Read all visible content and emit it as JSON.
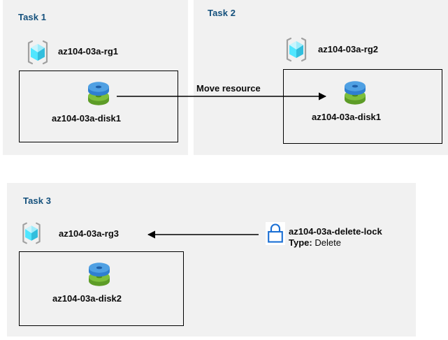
{
  "diagram": {
    "title": "Azure resource group tasks diagram",
    "background": "#ffffff",
    "panel_background": "#f1f1f1",
    "panel_title_color": "#14507c",
    "box_border_color": "#000000",
    "arrow_color": "#000000"
  },
  "panels": [
    {
      "id": "task1",
      "title": "Task 1",
      "resource_group": {
        "icon": "resource-group-icon",
        "label": "az104-03a-rg1"
      },
      "box": {
        "resource": {
          "icon": "managed-disk-icon",
          "label": "az104-03a-disk1"
        }
      }
    },
    {
      "id": "task2",
      "title": "Task 2",
      "resource_group": {
        "icon": "resource-group-icon",
        "label": "az104-03a-rg2"
      },
      "box": {
        "resource": {
          "icon": "managed-disk-icon",
          "label": "az104-03a-disk1"
        }
      }
    },
    {
      "id": "task3",
      "title": "Task 3",
      "resource_group": {
        "icon": "resource-group-icon",
        "label": "az104-03a-rg3"
      },
      "box": {
        "resource": {
          "icon": "managed-disk-icon",
          "label": "az104-03a-disk2"
        }
      },
      "lock": {
        "icon": "lock-icon",
        "name": "az104-03a-delete-lock",
        "type_key": "Type:",
        "type_value": "Delete"
      }
    }
  ],
  "connectors": [
    {
      "id": "move-resource",
      "label": "Move resource",
      "direction": "right",
      "from": "az104-03a-disk1 (Task 1)",
      "to": "az104-03a-disk1 (Task 2)"
    },
    {
      "id": "lock-applies-to-rg3",
      "label": "",
      "direction": "left",
      "from": "az104-03a-delete-lock",
      "to": "az104-03a-rg3"
    }
  ],
  "icon_colors": {
    "resource_group_bracket": "#a0a0a0",
    "cube_light": "#9eecfb",
    "cube_mid": "#50e6ff",
    "cube_dark": "#32bedd",
    "disk_blue_top": "#4c9fe0",
    "disk_blue_body": "#2f7fd0",
    "disk_green_top": "#7ec13e",
    "disk_green_body": "#62a32b",
    "lock_blue": "#1a6fd4"
  }
}
